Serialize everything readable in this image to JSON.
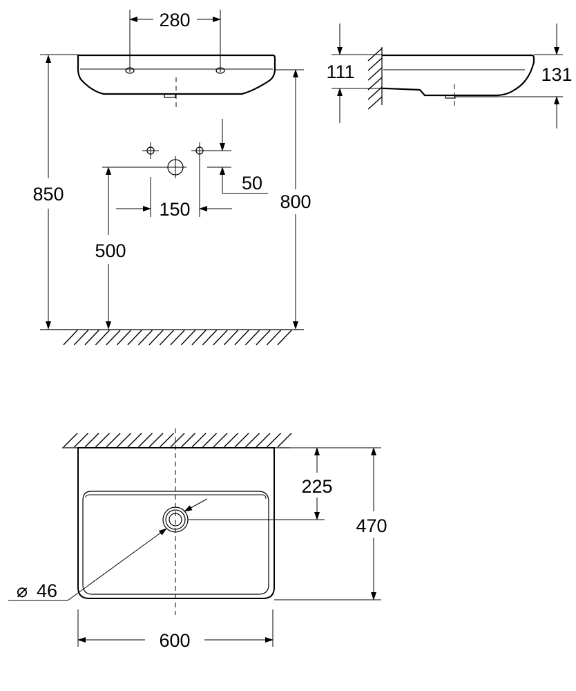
{
  "front_view": {
    "dim_280": "280",
    "dim_850": "850",
    "dim_800": "800",
    "dim_500": "500",
    "dim_150": "150",
    "dim_50": "50"
  },
  "side_view": {
    "dim_111": "111",
    "dim_131": "131"
  },
  "top_view": {
    "dim_225": "225",
    "dim_470": "470",
    "dim_600": "600",
    "dim_diameter": "46",
    "diameter_symbol": "⌀"
  }
}
